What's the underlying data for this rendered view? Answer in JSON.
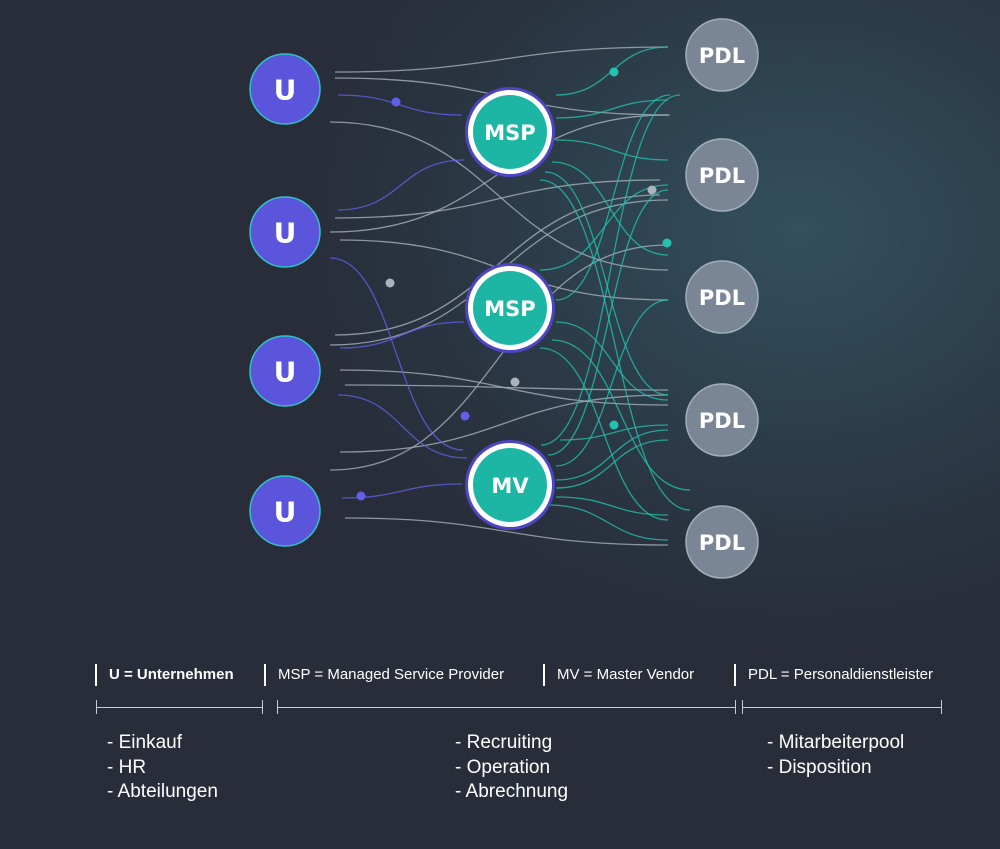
{
  "nodes": {
    "unternehmen": [
      "U",
      "U",
      "U",
      "U"
    ],
    "msp": [
      "MSP",
      "MSP"
    ],
    "mv": [
      "MV"
    ],
    "pdl": [
      "PDL",
      "PDL",
      "PDL",
      "PDL",
      "PDL"
    ]
  },
  "colors": {
    "u_fill": "#5a55db",
    "u_stroke": "#2fc3c8",
    "hub_fill": "#1db5a3",
    "hub_ring": "#ffffff",
    "hub_outer": "#4d45c3",
    "pdl_fill": "#7a8696",
    "pdl_stroke": "#a2adba",
    "line_gray": "#aab3be",
    "line_teal": "#23c2b0",
    "line_purple": "#6160e8"
  },
  "legend": [
    {
      "label": "U = Unternehmen",
      "bold": true
    },
    {
      "label": "MSP = Managed Service Provider",
      "bold": false
    },
    {
      "label": "MV = Master Vendor",
      "bold": false
    },
    {
      "label": "PDL = Personaldienstleister",
      "bold": false
    }
  ],
  "groups": [
    {
      "items": [
        "- Einkauf",
        "- HR",
        "- Abteilungen"
      ]
    },
    {
      "items": [
        "- Recruiting",
        "- Operation",
        "- Abrechnung"
      ]
    },
    {
      "items": [
        "- Mitarbeiterpool",
        "- Disposition"
      ]
    }
  ]
}
